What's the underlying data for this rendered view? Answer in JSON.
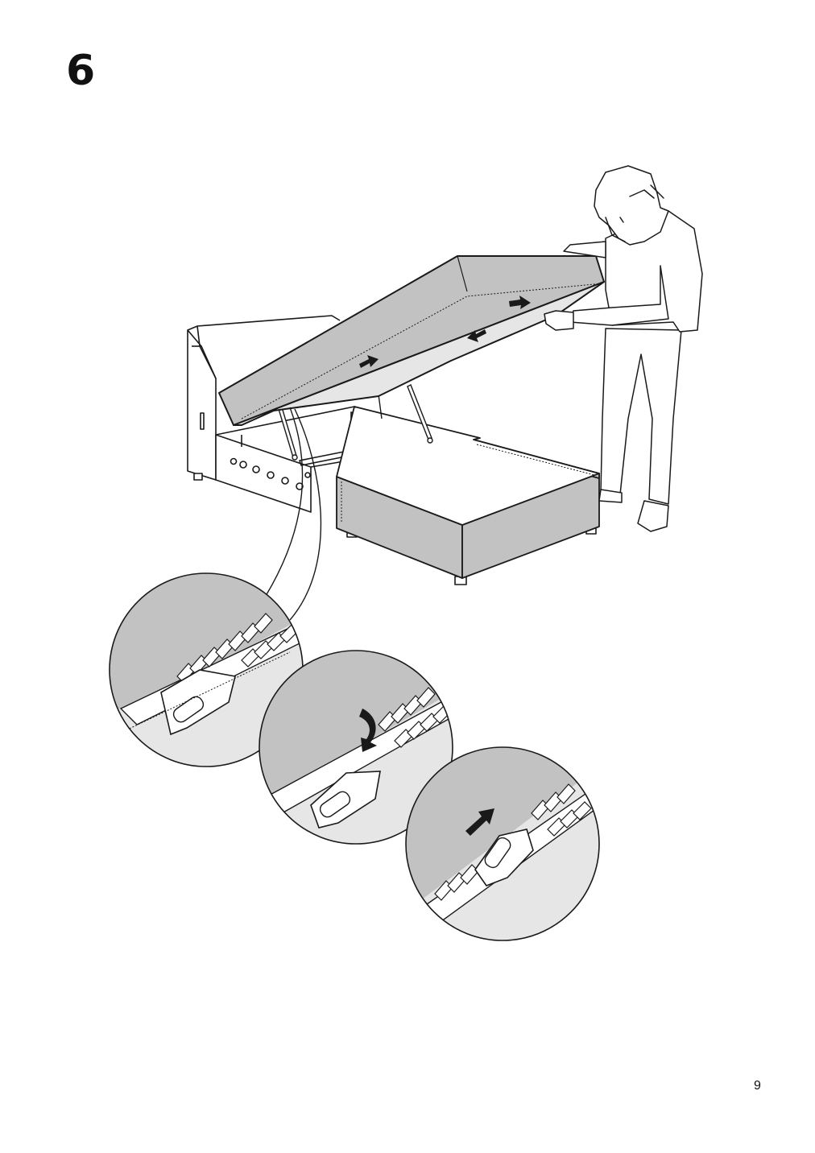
{
  "step": {
    "number": "6"
  },
  "footer": {
    "page_number": "9"
  },
  "illustration": {
    "main_scene": "person-lifting-storage-chaise-lid",
    "detail_views": [
      "zipper-detail-closed",
      "zipper-detail-tucking-tab",
      "zipper-detail-pushing-tab"
    ],
    "colors": {
      "upholstery": "#c2c2c2",
      "upholstery_light": "#e6e6e6",
      "line": "#1a1a1a",
      "arrow": "#1a1a1a"
    }
  }
}
